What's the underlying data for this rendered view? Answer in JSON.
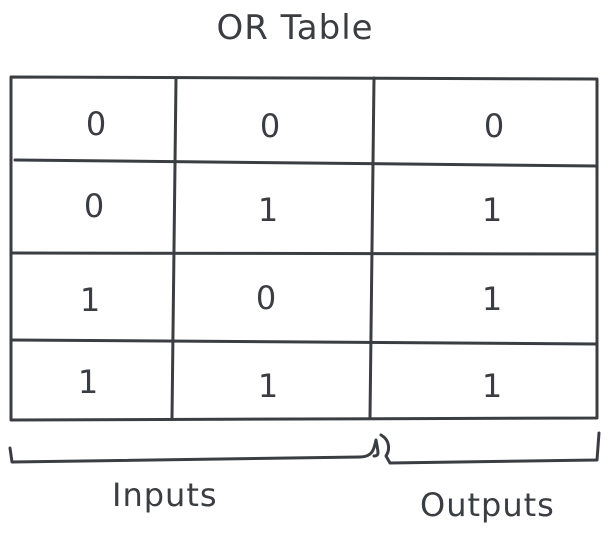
{
  "title": "OR Table",
  "table": {
    "rows": [
      [
        "0",
        "0",
        "0"
      ],
      [
        "0",
        "1",
        "1"
      ],
      [
        "1",
        "0",
        "1"
      ],
      [
        "1",
        "1",
        "1"
      ]
    ]
  },
  "labels": {
    "inputs": "Inputs",
    "outputs": "Outputs"
  },
  "colors": {
    "stroke": "#3a3d42",
    "background": "#ffffff"
  }
}
